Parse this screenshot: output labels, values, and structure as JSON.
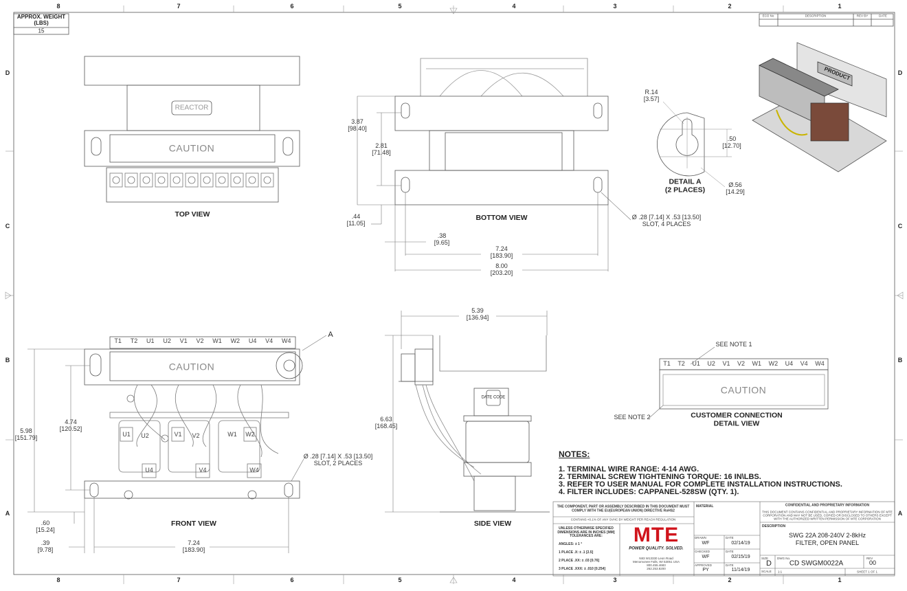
{
  "zones_horizontal": [
    "8",
    "7",
    "6",
    "5",
    "4",
    "3",
    "2",
    "1"
  ],
  "zones_vertical": [
    "D",
    "C",
    "B",
    "A"
  ],
  "weight_box": {
    "label": "APPROX. WEIGHT (LBS)",
    "value": "15"
  },
  "revision_table": {
    "headers": [
      "ECO No",
      "DESCRIPTION",
      "REV BY",
      "DATE"
    ]
  },
  "views": {
    "top": {
      "title": "TOP VIEW",
      "reactor_label": "REACTOR",
      "caution": "CAUTION"
    },
    "bottom": {
      "title": "BOTTOM VIEW",
      "slot_note": "Ø .28 [7.14] X .53 [13.50]",
      "slot_places": "SLOT, 4 PLACES"
    },
    "detail_a": {
      "title": "DETAIL A",
      "subtitle": "(2 PLACES)",
      "radius": "R.14",
      "radius_mm": "[3.57]",
      "height": ".50",
      "height_mm": "[12.70]",
      "dia": "Ø.56",
      "dia_mm": "[14.29]"
    },
    "product": {
      "label": "PRODUCT"
    },
    "front": {
      "title": "FRONT VIEW",
      "caution": "CAUTION",
      "callout": "A",
      "slot_note": "Ø .28 [7.14] X .53 [13.50]",
      "slot_places": "SLOT, 2 PLACES",
      "terminals": [
        "T1",
        "T2",
        "U1",
        "U2",
        "V1",
        "V2",
        "W1",
        "W2",
        "U4",
        "V4",
        "W4"
      ],
      "coil_labels": [
        "U1",
        "U2",
        "V1",
        "V2",
        "W1",
        "W2",
        "U4",
        "V4",
        "W4"
      ]
    },
    "side": {
      "title": "SIDE VIEW",
      "date_code": "DATE CODE"
    },
    "customer": {
      "title": "CUSTOMER CONNECTION",
      "subtitle": "DETAIL VIEW",
      "caution": "CAUTION",
      "note1": "SEE NOTE 1",
      "note2": "SEE NOTE 2",
      "terminals": [
        "T1",
        "T2",
        "U1",
        "U2",
        "V1",
        "V2",
        "W1",
        "W2",
        "U4",
        "V4",
        "W4"
      ]
    }
  },
  "dimensions": {
    "bottom_3_87": [
      "3.87",
      "[98.40]"
    ],
    "bottom_2_81": [
      "2.81",
      "[71.48]"
    ],
    "bottom_44": [
      ".44",
      "[11.05]"
    ],
    "bottom_38": [
      ".38",
      "[9.65]"
    ],
    "bottom_7_24": [
      "7.24",
      "[183.90]"
    ],
    "bottom_8_00": [
      "8.00",
      "[203.20]"
    ],
    "front_5_98": [
      "5.98",
      "[151.79]"
    ],
    "front_4_74": [
      "4.74",
      "[120.52]"
    ],
    "front_60": [
      ".60",
      "[15.24]"
    ],
    "front_39": [
      ".39",
      "[9.78]"
    ],
    "front_7_24": [
      "7.24",
      "[183.90]"
    ],
    "side_5_39": [
      "5.39",
      "[136.94]"
    ],
    "side_6_63": [
      "6.63",
      "[168.45]"
    ]
  },
  "notes": {
    "heading": "NOTES:",
    "items": [
      "1.  TERMINAL WIRE RANGE: 4-14 AWG.",
      "2.  TERMINAL SCREW TIGHTENING TORQUE: 16 IN\\LBS.",
      "3.  REFER TO USER MANUAL FOR COMPLETE INSTALLATION INSTRUCTIONS.",
      "4.  FILTER INCLUDES: CAPPANEL-528SW (QTY. 1)."
    ]
  },
  "title_block": {
    "rohs": "THE COMPONENT, PART OR ASSEMBLY DESCRIBED IN THIS DOCUMENT MUST COMPLY WITH THE EU(EUROPEAN UNION) DIRECTIVE RoHS2",
    "reach": "CONTAINS <0.1% OF ANY SVHC BY WEIGHT PER REACH REGULATION",
    "tolerance_head": "UNLESS OTHERWISE SPECIFIED DIMENSIONS ARE IN INCHES [MM] TOLERANCES ARE:",
    "angles": "ANGLES: ± 1 °",
    "place1": "1 PLACE .X: ± .1 [2.5]",
    "place2": "2 PLACE .XX: ± .03 [0.76]",
    "place3": "3 PLACE .XXX: ± .010 [0.254]",
    "logo": "MTE",
    "tagline": "POWER QUALITY. SOLVED.",
    "address": [
      "N83 W13330 Leon Road",
      "Menomonee Falls, WI 53051 USA",
      "800.455.4683",
      "262.253.8200"
    ],
    "material_label": "MATERIAL",
    "drawn_label": "DRAWN",
    "drawn": "WF",
    "drawn_date": "02/14/19",
    "checked_label": "CHECKED",
    "checked": "WF",
    "checked_date": "02/15/19",
    "approved_label": "APPROVED",
    "approved": "PY",
    "approved_date": "11/14/19",
    "date_label": "DATE",
    "confidential_head": "CONFIDENTIAL AND PROPRIETARY INFORMATION",
    "confidential_body": "THIS DOCUMENT CONTAINS CONFIDENTIAL AND PROPRIETARY INFORMATION OF MTE CORPORATION AND MAY NOT BE USED, COPIED OR DISCLOSED TO OTHERS EXCEPT WITH THE AUTHORIZED WRITTEN PERMISSION OF MTE CORPORATION",
    "description_label": "DESCRIPTION",
    "description_1": "SWG 22A 208-240V 2-8kHz",
    "description_2": "FILTER, OPEN PANEL",
    "size_label": "SIZE",
    "size": "D",
    "dwg_label": "DWG No.",
    "dwg": "CD SWGM0022A",
    "rev_label": "REV",
    "rev": "00",
    "scale_label": "SCALE",
    "scale": "1:1",
    "sheet": "SHEET 1  OF 1"
  },
  "colors": {
    "brand_red": "#d0141c",
    "line": "#555555"
  }
}
